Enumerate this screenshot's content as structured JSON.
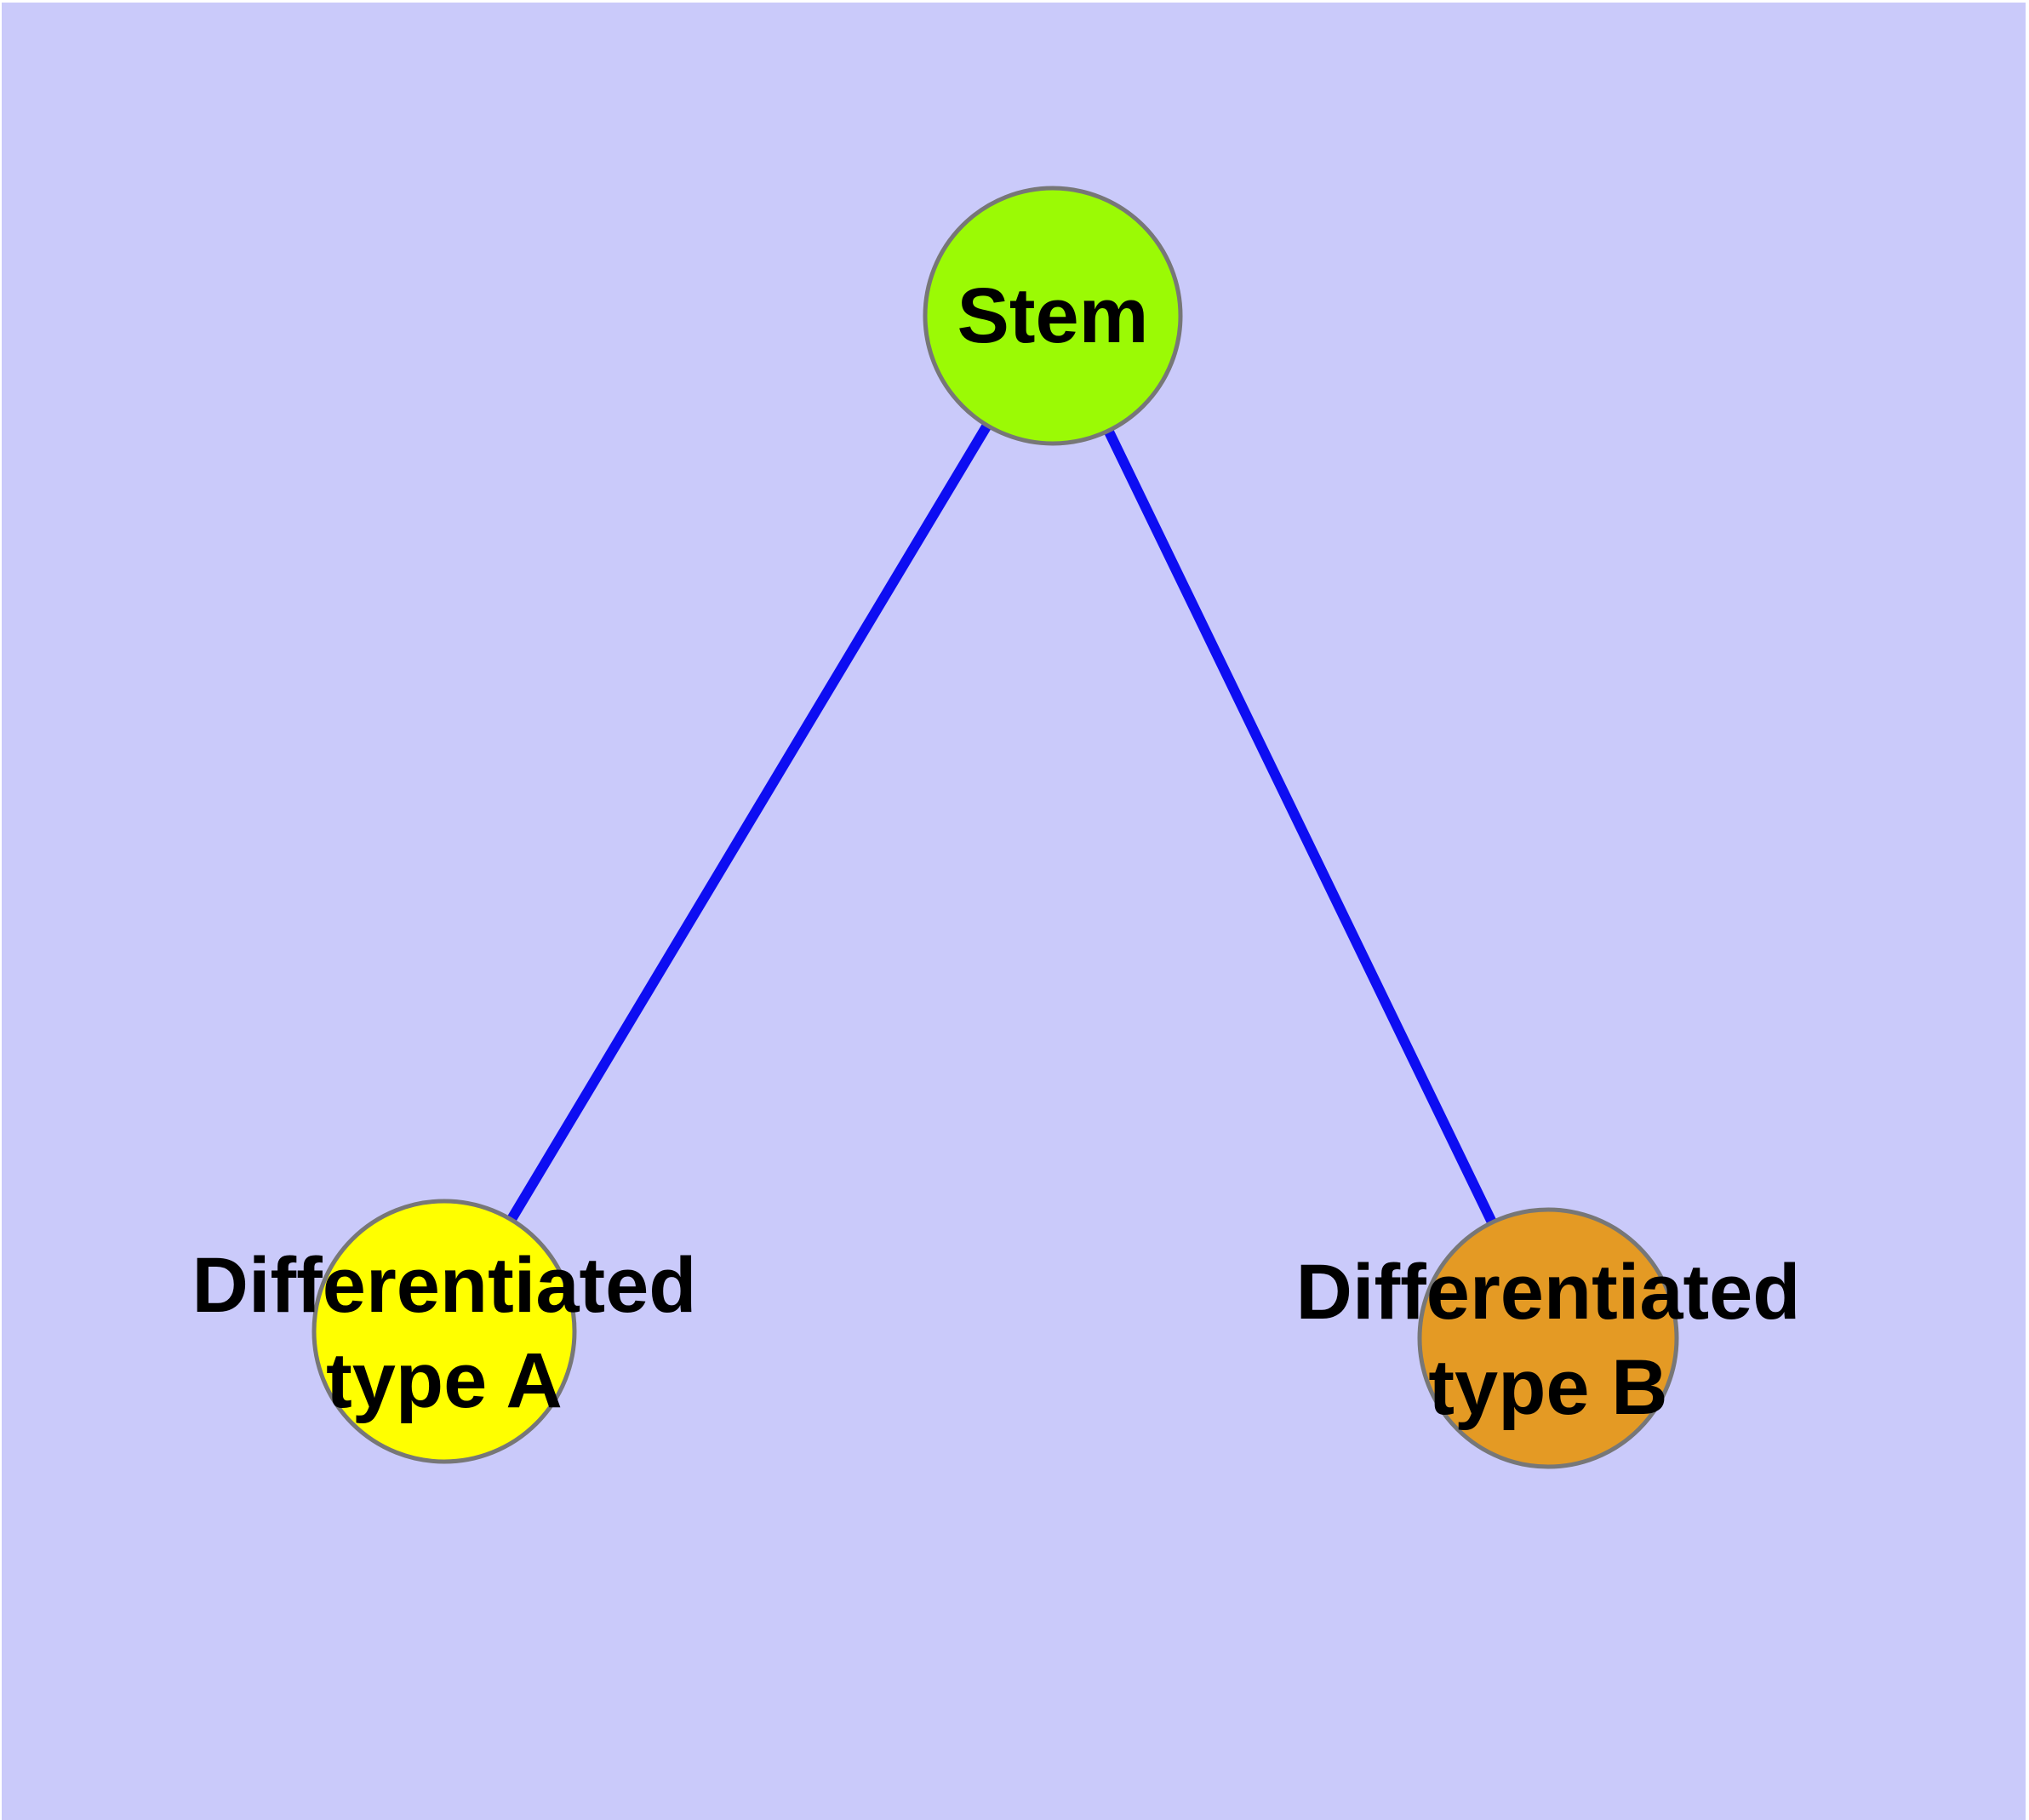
{
  "diagram": {
    "frame_color": "#ffffff",
    "background_color": "#cacafa",
    "edge_color": "#0d0df2",
    "node_border_color": "#777777",
    "text_color": "#000000",
    "nodes": {
      "stem": {
        "label": "Stem",
        "fill": "#9bfa05"
      },
      "type_a": {
        "label": "Differentiated\ntype A",
        "fill": "#ffff00"
      },
      "type_b": {
        "label": "Differentiated\ntype B",
        "fill": "#e49a24"
      }
    },
    "edges": [
      {
        "from": "Stem",
        "to": "Differentiated type A"
      },
      {
        "from": "Stem",
        "to": "Differentiated type B"
      }
    ]
  }
}
